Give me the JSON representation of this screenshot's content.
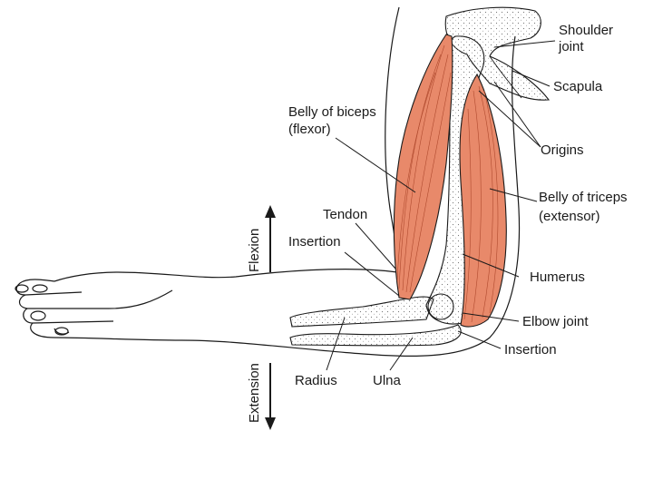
{
  "labels": {
    "shoulder_joint_line1": "Shoulder",
    "shoulder_joint_line2": "joint",
    "scapula": "Scapula",
    "belly_biceps_line1": "Belly of biceps",
    "belly_biceps_line2": "(flexor)",
    "origins": "Origins",
    "belly_triceps_line1": "Belly of triceps",
    "belly_triceps_line2": "(extensor)",
    "tendon": "Tendon",
    "insertion_top": "Insertion",
    "humerus": "Humerus",
    "elbow_joint": "Elbow joint",
    "insertion_bottom": "Insertion",
    "radius": "Radius",
    "ulna": "Ulna",
    "flexion": "Flexion",
    "extension": "Extension"
  },
  "colors": {
    "muscle": "#e8896a",
    "muscle_dark": "#b04a2e",
    "bone": "#f2f2ee",
    "outline": "#1a1a1a"
  }
}
